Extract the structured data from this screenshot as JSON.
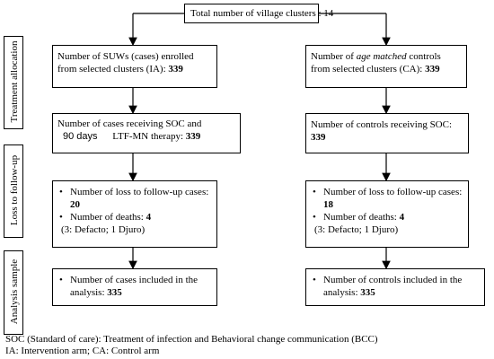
{
  "side_labels": {
    "treatment": "Treatment allocation",
    "followup": "Loss to follow-up",
    "analysis": "Analysis sample"
  },
  "top": {
    "text": "Total number of village clusters : 14"
  },
  "left": {
    "enrolled": {
      "text": "Number of SUWs (cases) enrolled from selected clusters (IA):",
      "value": "339"
    },
    "therapy": {
      "text1": "Number of cases receiving SOC and",
      "days": "90 days",
      "text2": "LTF-MN therapy:",
      "value": "339"
    },
    "loss": {
      "loss_label": "Number of loss to follow-up cases:",
      "loss_value": "20",
      "deaths_label": "Number of deaths:",
      "deaths_value": "4",
      "deaths_detail": "(3: Defacto; 1 Djuro)"
    },
    "analysis": {
      "text": "Number of cases included in the analysis:",
      "value": "335"
    }
  },
  "right": {
    "enrolled": {
      "text1": "Number of",
      "italic": "age matched",
      "text2": "controls from selected clusters (CA):",
      "value": "339"
    },
    "therapy": {
      "text": "Number of controls receiving SOC:",
      "value": "339"
    },
    "loss": {
      "loss_label": "Number of loss to follow-up cases:",
      "loss_value": "18",
      "deaths_label": "Number of deaths:",
      "deaths_value": "4",
      "deaths_detail": "(3: Defacto; 1 Djuro)"
    },
    "analysis": {
      "text": "Number of controls included in the analysis:",
      "value": "335"
    }
  },
  "footer": {
    "line1": "SOC (Standard of care): Treatment of infection and Behavioral change communication (BCC)",
    "line2": "IA: Intervention arm; CA: Control arm"
  }
}
